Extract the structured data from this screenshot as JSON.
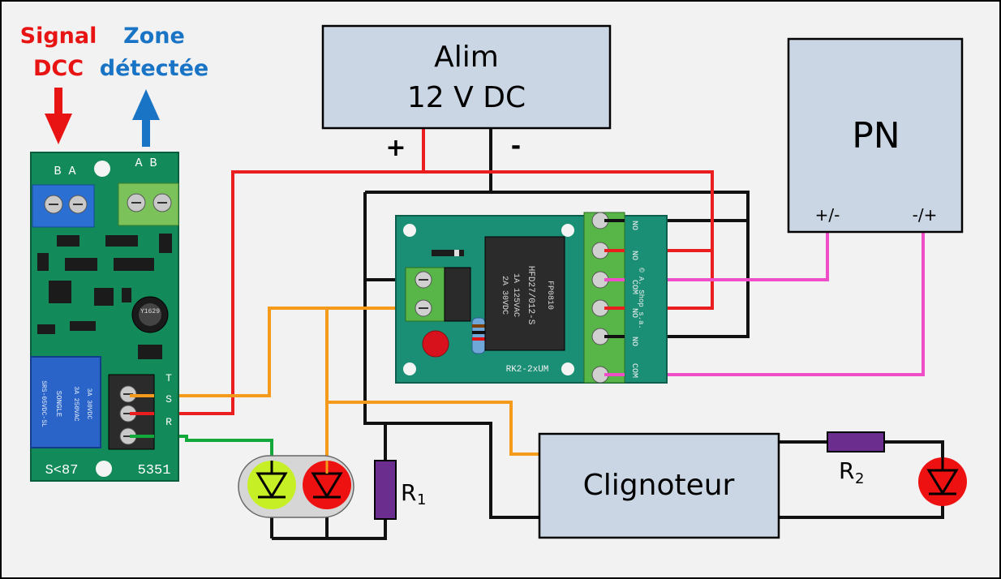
{
  "colors": {
    "background": "#f2f2f2",
    "box_fill": "#cbd6e4",
    "wire_red": "#ea1e1e",
    "wire_black": "#111111",
    "wire_orange": "#f59a1a",
    "wire_pink": "#f04ec8",
    "wire_green": "#12a83c",
    "pcb_green": "#128a5a",
    "resistor_purple": "#6b2e8f",
    "led_red": "#ee1111",
    "led_green": "#c6f025",
    "label_red": "#e81414",
    "label_blue": "#1a74c6"
  },
  "labels": {
    "signal_line1": "Signal",
    "signal_line2": "DCC",
    "zone_line1": "Zone",
    "zone_line2": "détectée",
    "plus": "+",
    "minus": "-",
    "r1_main": "R",
    "r1_sub": "1",
    "r2_main": "R",
    "r2_sub": "2"
  },
  "boxes": {
    "alim_line1": "Alim",
    "alim_line2": "12 V DC",
    "pn_title": "PN",
    "pn_pin_left": "+/-",
    "pn_pin_right": "-/+",
    "clignoteur": "Clignoteur"
  },
  "detector_board": {
    "terminal_left": "B  A",
    "terminal_right": "A  B",
    "relay_brand": "SONGLE",
    "relay_rating1": "SRS-05VDC-SL",
    "relay_rating2": "3A 250VAC",
    "relay_rating3": "3A 30VDC",
    "cap_label": "Y1629",
    "pin_labels": [
      "T",
      "S",
      "R"
    ],
    "model": "S<87",
    "code": "5351"
  },
  "relay_board": {
    "relay_model": "HFD27/012-S",
    "relay_rating1": "2A 30VDC",
    "relay_rating2": "1A 125VAC",
    "relay_code": "FP0810",
    "board_name": "RK2-2xUM",
    "brand": "© A. Shop s.a.",
    "pin_labels": [
      "NO",
      "NO",
      "COM",
      "NO",
      "NO",
      "COM"
    ]
  }
}
